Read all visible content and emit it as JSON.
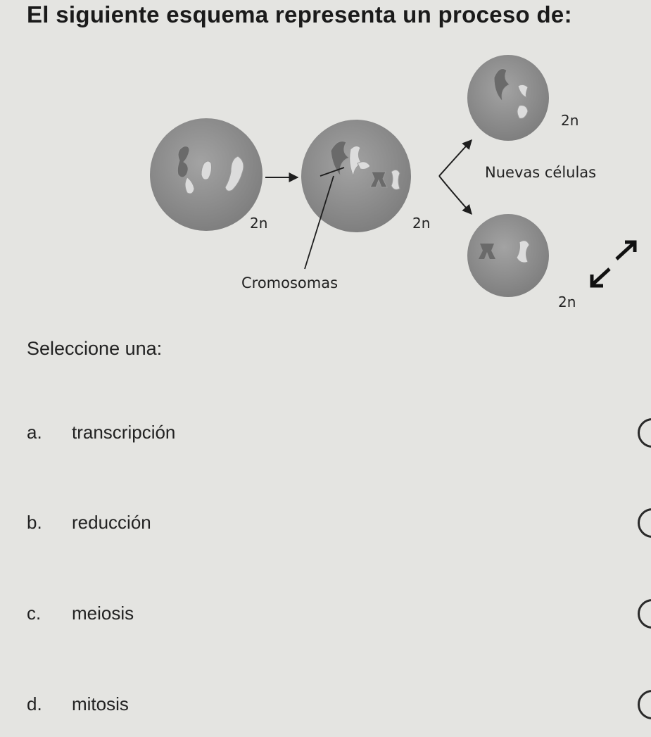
{
  "question": {
    "title": "El siguiente esquema representa un proceso de:",
    "prompt": "Seleccione una:"
  },
  "diagram": {
    "label_cell1": "2n",
    "label_cell2": "2n",
    "label_daughter_top": "2n",
    "label_daughter_bottom": "2n",
    "label_chromosomes": "Cromosomas",
    "label_new_cells": "Nuevas células"
  },
  "options": [
    {
      "letter": "a.",
      "label": "transcripción"
    },
    {
      "letter": "b.",
      "label": "reducción"
    },
    {
      "letter": "c.",
      "label": "meiosis"
    },
    {
      "letter": "d.",
      "label": "mitosis"
    }
  ],
  "colors": {
    "background": "#e4e4e1",
    "cell_fill": "#8f8f8f",
    "chromosome": "#d9d9d9",
    "text": "#1c1c1c"
  }
}
